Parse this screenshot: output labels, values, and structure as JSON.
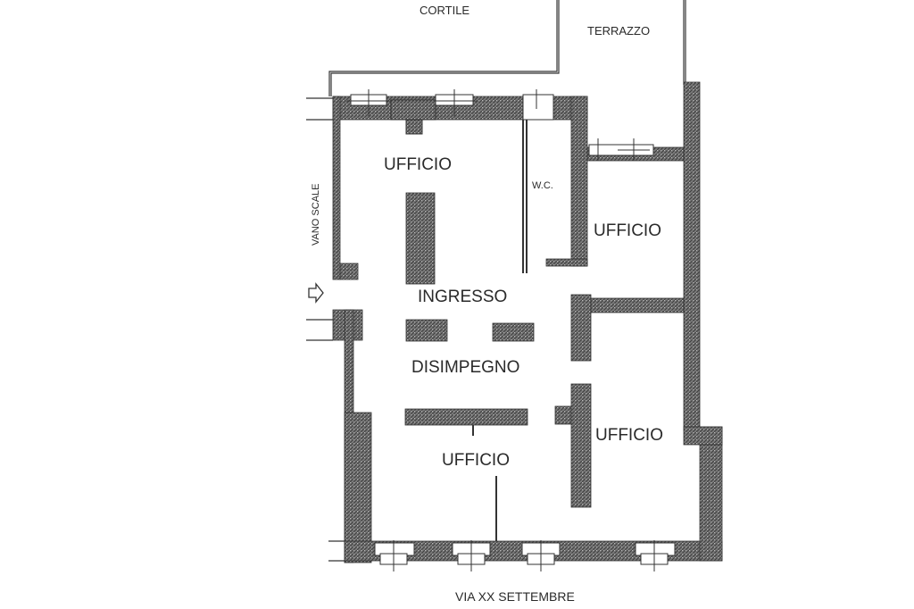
{
  "colors": {
    "wall_fill": "#6b6b6b",
    "wall_dark": "#444444",
    "line": "#333333",
    "text": "#2a2a2a",
    "background": "#ffffff"
  },
  "labels": {
    "cortile": "CORTILE",
    "terrazzo": "TERRAZZO",
    "vano_scale": "VANO SCALE",
    "ufficio_top_left": "UFFICIO",
    "wc": "W.C.",
    "ufficio_right_top": "UFFICIO",
    "ingresso": "INGRESSO",
    "disimpegno": "DISIMPEGNO",
    "ufficio_right_bottom": "UFFICIO",
    "ufficio_bottom": "UFFICIO",
    "street": "VIA XX SETTEMBRE"
  },
  "icons": {
    "entrance": "arrow-right-icon"
  }
}
